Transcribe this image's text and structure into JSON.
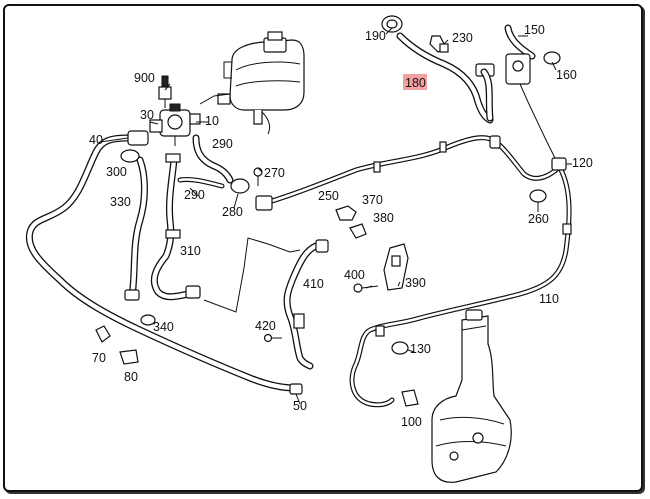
{
  "diagram": {
    "highlight_color": "#f2a0a0",
    "labels": {
      "p10": "10",
      "p30": "30",
      "p40": "40",
      "p50": "50",
      "p70": "70",
      "p80": "80",
      "p100": "100",
      "p110": "110",
      "p120": "120",
      "p130": "130",
      "p150": "150",
      "p160": "160",
      "p180": "180",
      "p190": "190",
      "p230": "230",
      "p250": "250",
      "p260": "260",
      "p270": "270",
      "p280": "280",
      "p290a": "290",
      "p290b": "290",
      "p300": "300",
      "p310": "310",
      "p330": "330",
      "p340": "340",
      "p370": "370",
      "p380": "380",
      "p390": "390",
      "p400": "400",
      "p410": "410",
      "p420": "420",
      "p900": "900"
    },
    "highlighted_label": "180"
  }
}
